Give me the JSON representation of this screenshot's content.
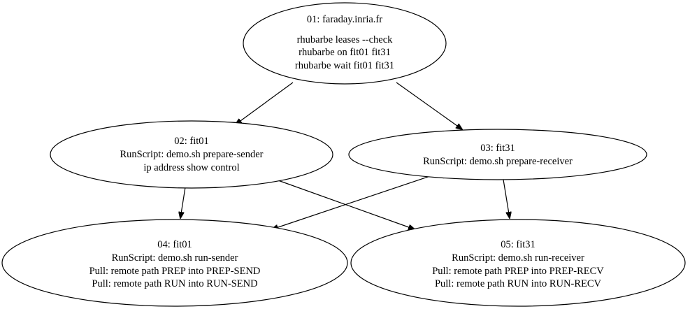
{
  "graph": {
    "nodes": [
      {
        "id": "01",
        "lines": [
          "01: faraday.inria.fr",
          "rhubarbe leases --check",
          "rhubarbe on fit01 fit31",
          "rhubarbe wait fit01 fit31"
        ]
      },
      {
        "id": "02",
        "lines": [
          "02: fit01",
          "RunScript: demo.sh prepare-sender",
          "ip address show control"
        ]
      },
      {
        "id": "03",
        "lines": [
          "03: fit31",
          "RunScript: demo.sh prepare-receiver"
        ]
      },
      {
        "id": "04",
        "lines": [
          "04: fit01",
          "RunScript: demo.sh run-sender",
          "Pull: remote path PREP into PREP-SEND",
          "Pull: remote path RUN into RUN-SEND"
        ]
      },
      {
        "id": "05",
        "lines": [
          "05: fit31",
          "RunScript: demo.sh run-receiver",
          "Pull: remote path PREP into PREP-RECV",
          "Pull: remote path RUN into RUN-RECV"
        ]
      }
    ],
    "edges": [
      {
        "from": "01",
        "to": "02"
      },
      {
        "from": "01",
        "to": "03"
      },
      {
        "from": "02",
        "to": "04"
      },
      {
        "from": "02",
        "to": "05"
      },
      {
        "from": "03",
        "to": "04"
      },
      {
        "from": "03",
        "to": "05"
      }
    ]
  }
}
